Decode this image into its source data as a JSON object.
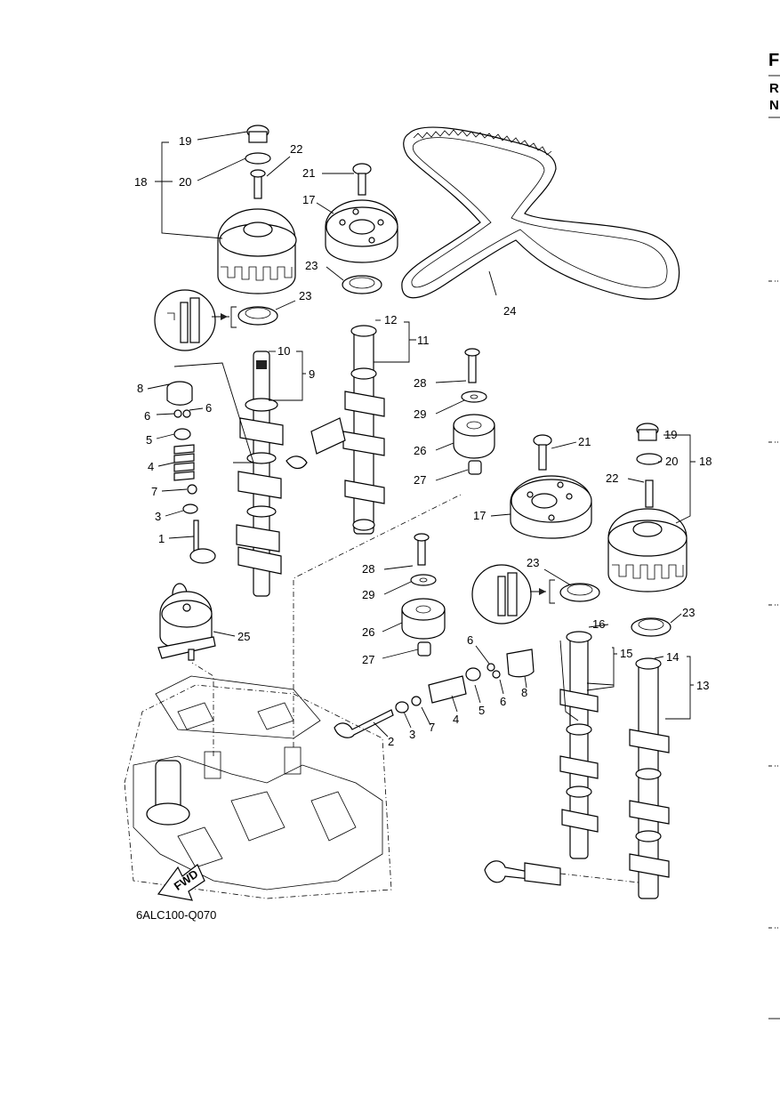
{
  "diagram_code": "6ALC100-Q070",
  "fwd_label": "FWD",
  "margin": {
    "letter_f": "F",
    "letter_r": "R",
    "letter_n": "N"
  },
  "callouts": {
    "c1": "1",
    "c2": "2",
    "c3a": "3",
    "c3b": "3",
    "c4a": "4",
    "c4b": "4",
    "c5a": "5",
    "c5b": "5",
    "c6a": "6",
    "c6b": "6",
    "c6c": "6",
    "c6d": "6",
    "c7a": "7",
    "c7b": "7",
    "c8a": "8",
    "c8b": "8",
    "c9": "9",
    "c10": "10",
    "c11": "11",
    "c12": "12",
    "c13": "13",
    "c14": "14",
    "c15": "15",
    "c16": "16",
    "c17a": "17",
    "c17b": "17",
    "c18a": "18",
    "c18b": "18",
    "c19a": "19",
    "c19b": "19",
    "c20a": "20",
    "c20b": "20",
    "c21a": "21",
    "c21b": "21",
    "c22a": "22",
    "c22b": "22",
    "c23a": "23",
    "c23b": "23",
    "c23c": "23",
    "c23d": "23",
    "c24": "24",
    "c25": "25",
    "c26a": "26",
    "c26b": "26",
    "c27a": "27",
    "c27b": "27",
    "c28a": "28",
    "c28b": "28",
    "c29a": "29",
    "c29b": "29"
  }
}
